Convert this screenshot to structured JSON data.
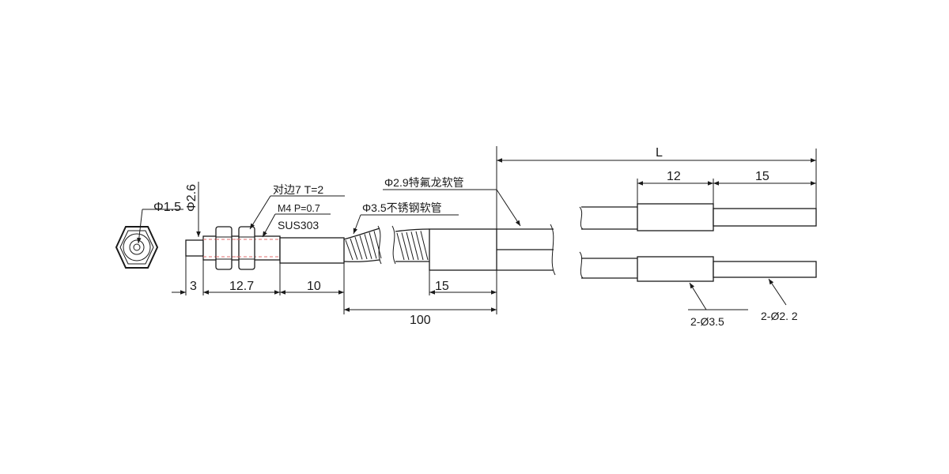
{
  "drawing": {
    "labels": {
      "dia_tip": "Φ1.5",
      "dia_head": "Φ2.6",
      "nut_spec": "对边7 T=2",
      "thread_spec": "M4 P=0.7",
      "material": "SUS303",
      "steel_hose": "Φ3.5不锈钢软管",
      "teflon_tube": "Φ2.9特氟龙软管",
      "two_sleeve_dia": "2-Ø3.5",
      "two_fiber_dia": "2-Ø2. 2"
    },
    "dimensions": {
      "d_3": "3",
      "d_12_7": "12.7",
      "d_10": "10",
      "d_15": "15",
      "d_100": "100",
      "d_L": "L",
      "d_12_right": "12",
      "d_15_right": "15"
    }
  }
}
